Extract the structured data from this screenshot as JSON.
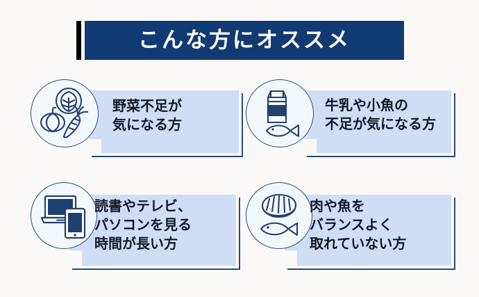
{
  "page": {
    "background_color": "#faf9f7",
    "navy": "#123a72",
    "panel_blue": "#cfdef5",
    "circle_fill": "#f3f8fd",
    "outline": "#2b4a7d",
    "text_color": "#111726"
  },
  "header": {
    "title": "こんな方にオススメ",
    "accent_bar_color": "#000000",
    "banner_color": "#123a72"
  },
  "cards": [
    {
      "id": "vegetables",
      "icon_name": "vegetables-icon",
      "icon_parts": [
        "cabbage",
        "pumpkin",
        "carrot"
      ],
      "lines": [
        "野菜不足が",
        "気になる方"
      ],
      "line_small_suffix": [
        "が",
        ""
      ]
    },
    {
      "id": "milk-fish",
      "icon_name": "milk-carton-and-fish-icon",
      "icon_parts": [
        "milk-carton",
        "fish"
      ],
      "lines": [
        "牛乳や小魚の",
        "不足が気になる方"
      ],
      "line_small_suffix": [
        "",
        ""
      ]
    },
    {
      "id": "screens",
      "icon_name": "laptop-and-smartphone-icon",
      "icon_parts": [
        "laptop",
        "smartphone"
      ],
      "lines": [
        "読書やテレビ、",
        "パソコンを見る",
        "時間が長い方"
      ],
      "line_small_suffix": [
        "",
        "",
        ""
      ]
    },
    {
      "id": "meat-fish",
      "icon_name": "meat-and-fish-icon",
      "icon_parts": [
        "steak",
        "fish"
      ],
      "lines": [
        "肉や魚を",
        "バランスよく",
        "取れていない方"
      ],
      "line_small_suffix": [
        "",
        "",
        ""
      ]
    }
  ]
}
